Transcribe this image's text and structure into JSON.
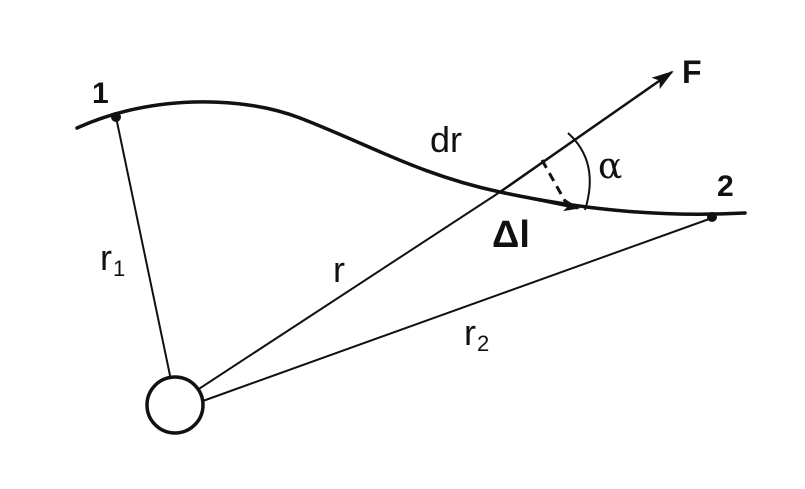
{
  "points": {
    "start_label": "1",
    "end_label": "2"
  },
  "vectors": {
    "force_label": "F",
    "displacement_label": "dr",
    "step_label": "Δl",
    "angle_label": "α"
  },
  "radii": {
    "r_start_label": "r",
    "r_start_subscript": "1",
    "r_label": "r",
    "r_end_label": "r",
    "r_end_subscript": "2"
  },
  "colors": {
    "ink": "#111111",
    "background": "#ffffff"
  }
}
